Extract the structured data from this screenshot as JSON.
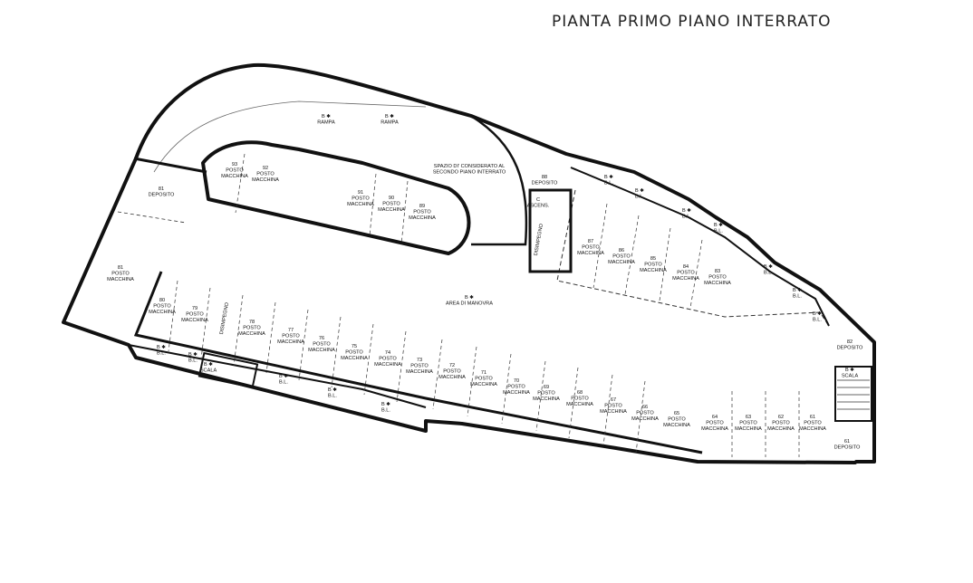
{
  "title": "PIANTA PRIMO PIANO INTERRATO",
  "areas": [
    {
      "id": "rampa-1",
      "lines": [
        "B ✱",
        "RAMPA"
      ]
    },
    {
      "id": "rampa-2",
      "lines": [
        "B ✱",
        "RAMPA"
      ]
    },
    {
      "id": "spazio",
      "lines": [
        "SPAZIO DI' CONSIDERATO AL",
        "SECONDO PIANO INTERRATO"
      ]
    },
    {
      "id": "dep-81-top",
      "lines": [
        "81",
        "DEPOSITO"
      ]
    },
    {
      "id": "posto-81",
      "lines": [
        "81",
        "POSTO",
        "MACCHINA"
      ]
    },
    {
      "id": "posto-93",
      "lines": [
        "93",
        "POSTO",
        "MACCHINA"
      ]
    },
    {
      "id": "posto-92",
      "lines": [
        "92",
        "POSTO",
        "MACCHINA"
      ]
    },
    {
      "id": "posto-91",
      "lines": [
        "91",
        "POSTO",
        "MACCHINA"
      ]
    },
    {
      "id": "posto-90",
      "lines": [
        "90",
        "POSTO",
        "MACCHINA"
      ]
    },
    {
      "id": "posto-89",
      "lines": [
        "89",
        "POSTO",
        "MACCHINA"
      ]
    },
    {
      "id": "dep-88",
      "lines": [
        "88",
        "DEPOSITO"
      ]
    },
    {
      "id": "ascens",
      "lines": [
        "C",
        "ASCENS."
      ]
    },
    {
      "id": "disimpegno",
      "lines": [
        "DISIMPEGNO"
      ]
    },
    {
      "id": "posto-87",
      "lines": [
        "87",
        "POSTO",
        "MACCHINA"
      ]
    },
    {
      "id": "posto-86",
      "lines": [
        "86",
        "POSTO",
        "MACCHINA"
      ]
    },
    {
      "id": "posto-85",
      "lines": [
        "85",
        "POSTO",
        "MACCHINA"
      ]
    },
    {
      "id": "posto-84",
      "lines": [
        "84",
        "POSTO",
        "MACCHINA"
      ]
    },
    {
      "id": "posto-83",
      "lines": [
        "83",
        "POSTO",
        "MACCHINA"
      ]
    },
    {
      "id": "manovra",
      "lines": [
        "B ✱",
        "AREA DI MANOVRA"
      ]
    },
    {
      "id": "posto-80",
      "lines": [
        "80",
        "POSTO",
        "MACCHINA"
      ]
    },
    {
      "id": "posto-79",
      "lines": [
        "79",
        "POSTO",
        "MACCHINA"
      ]
    },
    {
      "id": "disimpegno-2",
      "lines": [
        "DISIMPEGNO"
      ]
    },
    {
      "id": "posto-78",
      "lines": [
        "78",
        "POSTO",
        "MACCHINA"
      ]
    },
    {
      "id": "posto-77",
      "lines": [
        "77",
        "POSTO",
        "MACCHINA"
      ]
    },
    {
      "id": "posto-76",
      "lines": [
        "76",
        "POSTO",
        "MACCHINA"
      ]
    },
    {
      "id": "posto-75",
      "lines": [
        "75",
        "POSTO",
        "MACCHINA"
      ]
    },
    {
      "id": "posto-74",
      "lines": [
        "74",
        "POSTO",
        "MACCHINA"
      ]
    },
    {
      "id": "posto-73",
      "lines": [
        "73",
        "POSTO",
        "MACCHINA"
      ]
    },
    {
      "id": "posto-72",
      "lines": [
        "72",
        "POSTO",
        "MACCHINA"
      ]
    },
    {
      "id": "posto-71",
      "lines": [
        "71",
        "POSTO",
        "MACCHINA"
      ]
    },
    {
      "id": "posto-70",
      "lines": [
        "70",
        "POSTO",
        "MACCHINA"
      ]
    },
    {
      "id": "posto-69",
      "lines": [
        "69",
        "POSTO",
        "MACCHINA"
      ]
    },
    {
      "id": "posto-68",
      "lines": [
        "68",
        "POSTO",
        "MACCHINA"
      ]
    },
    {
      "id": "posto-67",
      "lines": [
        "67",
        "POSTO",
        "MACCHINA"
      ]
    },
    {
      "id": "posto-66",
      "lines": [
        "66",
        "POSTO",
        "MACCHINA"
      ]
    },
    {
      "id": "posto-65",
      "lines": [
        "65",
        "POSTO",
        "MACCHINA"
      ]
    },
    {
      "id": "posto-64",
      "lines": [
        "64",
        "POSTO",
        "MACCHINA"
      ]
    },
    {
      "id": "posto-63",
      "lines": [
        "63",
        "POSTO",
        "MACCHINA"
      ]
    },
    {
      "id": "posto-62",
      "lines": [
        "62",
        "POSTO",
        "MACCHINA"
      ]
    },
    {
      "id": "posto-61",
      "lines": [
        "61",
        "POSTO",
        "MACCHINA"
      ]
    },
    {
      "id": "dep-82",
      "lines": [
        "82",
        "DEPOSITO"
      ]
    },
    {
      "id": "scala-right",
      "lines": [
        "B ✱",
        "SCALA"
      ]
    },
    {
      "id": "dep-61",
      "lines": [
        "61",
        "DEPOSITO"
      ]
    },
    {
      "id": "scala-left",
      "lines": [
        "B ✱",
        "SCALA"
      ]
    },
    {
      "id": "bl-1",
      "lines": [
        "B ✱",
        "B.L."
      ]
    },
    {
      "id": "bl-2",
      "lines": [
        "B ✱",
        "B.L."
      ]
    },
    {
      "id": "bl-3",
      "lines": [
        "B ✱",
        "B.L."
      ]
    },
    {
      "id": "bl-4",
      "lines": [
        "B ✱",
        "B.L."
      ]
    },
    {
      "id": "bl-5",
      "lines": [
        "B ✱",
        "B.L."
      ]
    },
    {
      "id": "bl-6",
      "lines": [
        "B ✱",
        "B.L."
      ]
    },
    {
      "id": "bl-7",
      "lines": [
        "B ✱",
        "B.L."
      ]
    },
    {
      "id": "bl-8",
      "lines": [
        "B ✱",
        "B.L."
      ]
    },
    {
      "id": "bl-9",
      "lines": [
        "B ✱",
        "B.L."
      ]
    },
    {
      "id": "bl-10",
      "lines": [
        "B ✱",
        "B.L."
      ]
    },
    {
      "id": "bl-11",
      "lines": [
        "B ✱",
        "B.L."
      ]
    },
    {
      "id": "bl-12",
      "lines": [
        "B ✱",
        "B.L."
      ]
    }
  ]
}
